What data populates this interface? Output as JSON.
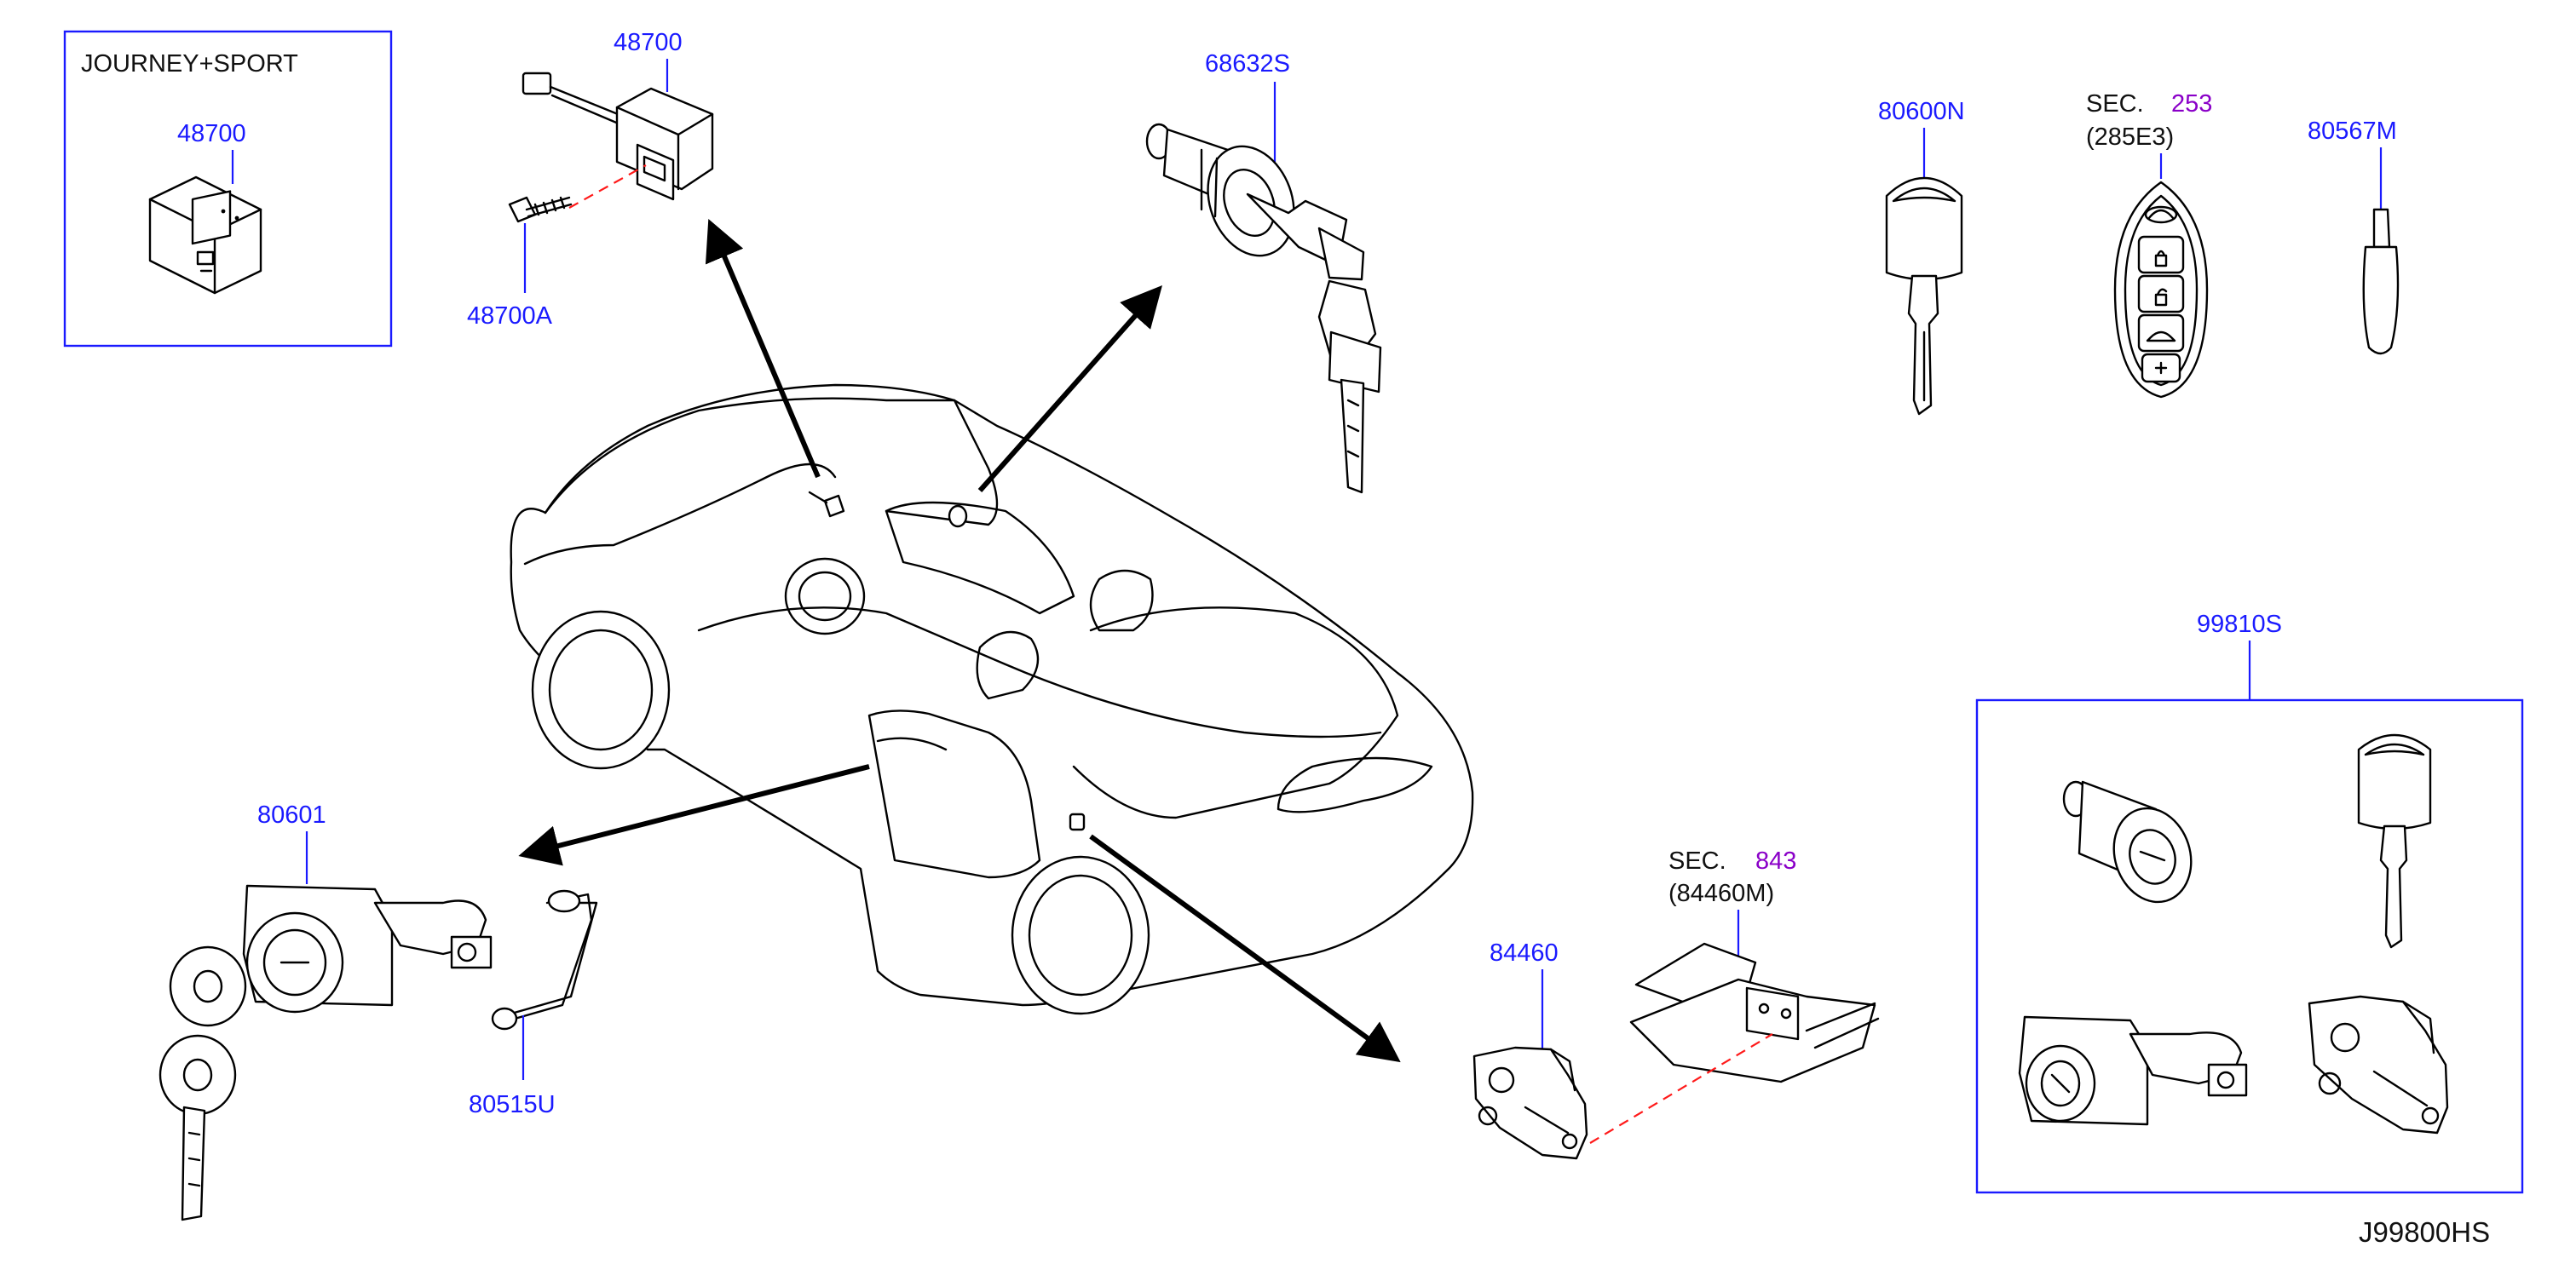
{
  "colors": {
    "part_label": "#1a1aff",
    "section_label": "#8a00c8",
    "text": "#111111",
    "group_box": "#1a1aff",
    "mating_line": "#ff1a1a"
  },
  "groups": {
    "journey_sport": {
      "title": "JOURNEY+SPORT",
      "part_number": "48700"
    },
    "kit": {
      "part_number": "99810S"
    }
  },
  "parts": {
    "control_unit": "48700",
    "control_unit_bolt": "48700A",
    "ignition_cylinder": "68632S",
    "master_key": "80600N",
    "key_blank": "80567M",
    "door_lock": "80601",
    "lock_rod": "80515U",
    "trunk_lock": "84460"
  },
  "sections": {
    "remote_key": {
      "prefix": "SEC.",
      "number": "253",
      "code": "(285E3)"
    },
    "trunk_lid": {
      "prefix": "SEC.",
      "number": "843",
      "code": "(84460M)"
    }
  },
  "footer": {
    "diagram_code": "J99800HS"
  }
}
